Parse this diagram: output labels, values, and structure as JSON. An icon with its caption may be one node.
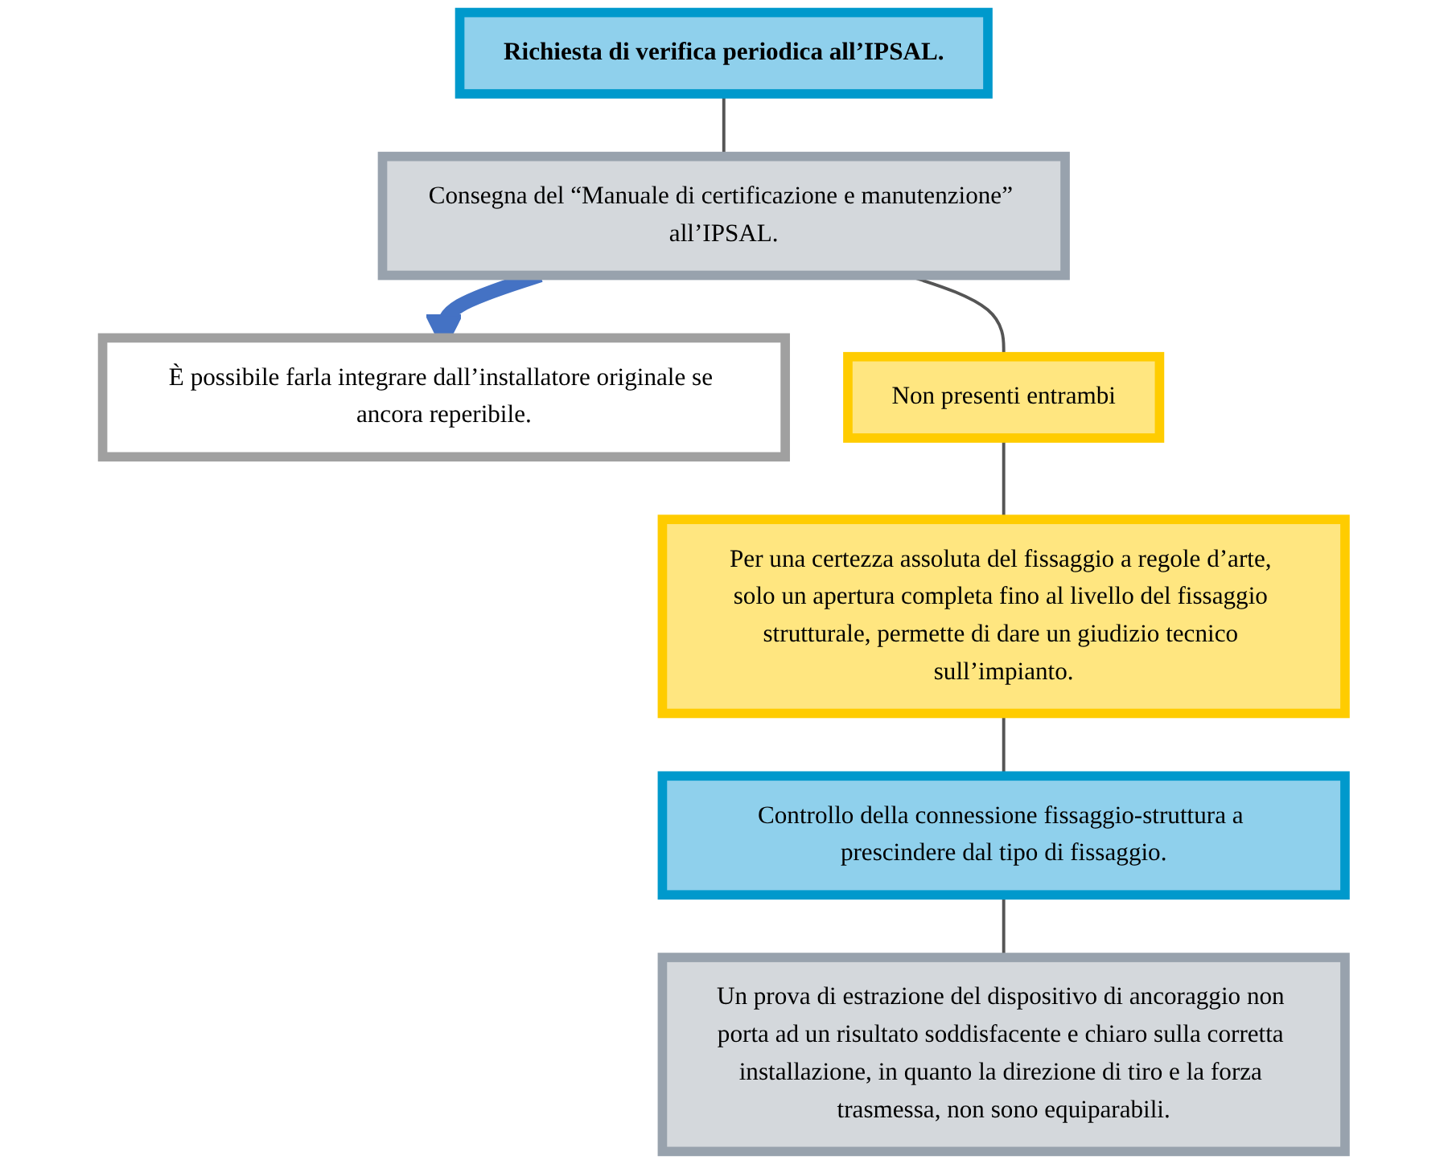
{
  "diagram": {
    "nodes": [
      {
        "text": [
          "Richiesta di verifica periodica all’IPSAL."
        ]
      },
      {
        "text": [
          "Consegna del “Manuale di certificazione e manutenzione” all’IPSAL."
        ]
      },
      {
        "text": [
          "È possibile farla integrare dall’installatore originale se ancora reperibile."
        ]
      },
      {
        "text": [
          "Non presenti entrambi"
        ]
      },
      {
        "text": [
          "Per una certezza assoluta del fissaggio a regole d’arte, solo un apertura completa fino al livello del fissaggio strutturale, permette di dare un giudizio tecnico sull’impianto."
        ]
      },
      {
        "text": [
          "Controllo della connessione fissaggio-struttura a prescindere dal tipo di fissaggio."
        ]
      },
      {
        "text": [
          "Un prova di estrazione del dispositivo di ancoraggio non porta ad un risultato soddisfacente e chiaro sulla corretta installazione, in quanto la direzione di tiro e la forza trasmessa, non sono equiparabili."
        ]
      }
    ],
    "edges": [
      {
        "from": 0,
        "to": 1,
        "arrow": "none"
      },
      {
        "from": 1,
        "to": 2,
        "arrow": "to",
        "style": "thick",
        "color": "#4472c4"
      },
      {
        "from": 1,
        "to": 3,
        "arrow": "none"
      },
      {
        "from": 3,
        "to": 4,
        "arrow": "none"
      },
      {
        "from": 4,
        "to": 5,
        "arrow": "none"
      },
      {
        "from": 5,
        "to": 6,
        "arrow": "none"
      }
    ]
  }
}
